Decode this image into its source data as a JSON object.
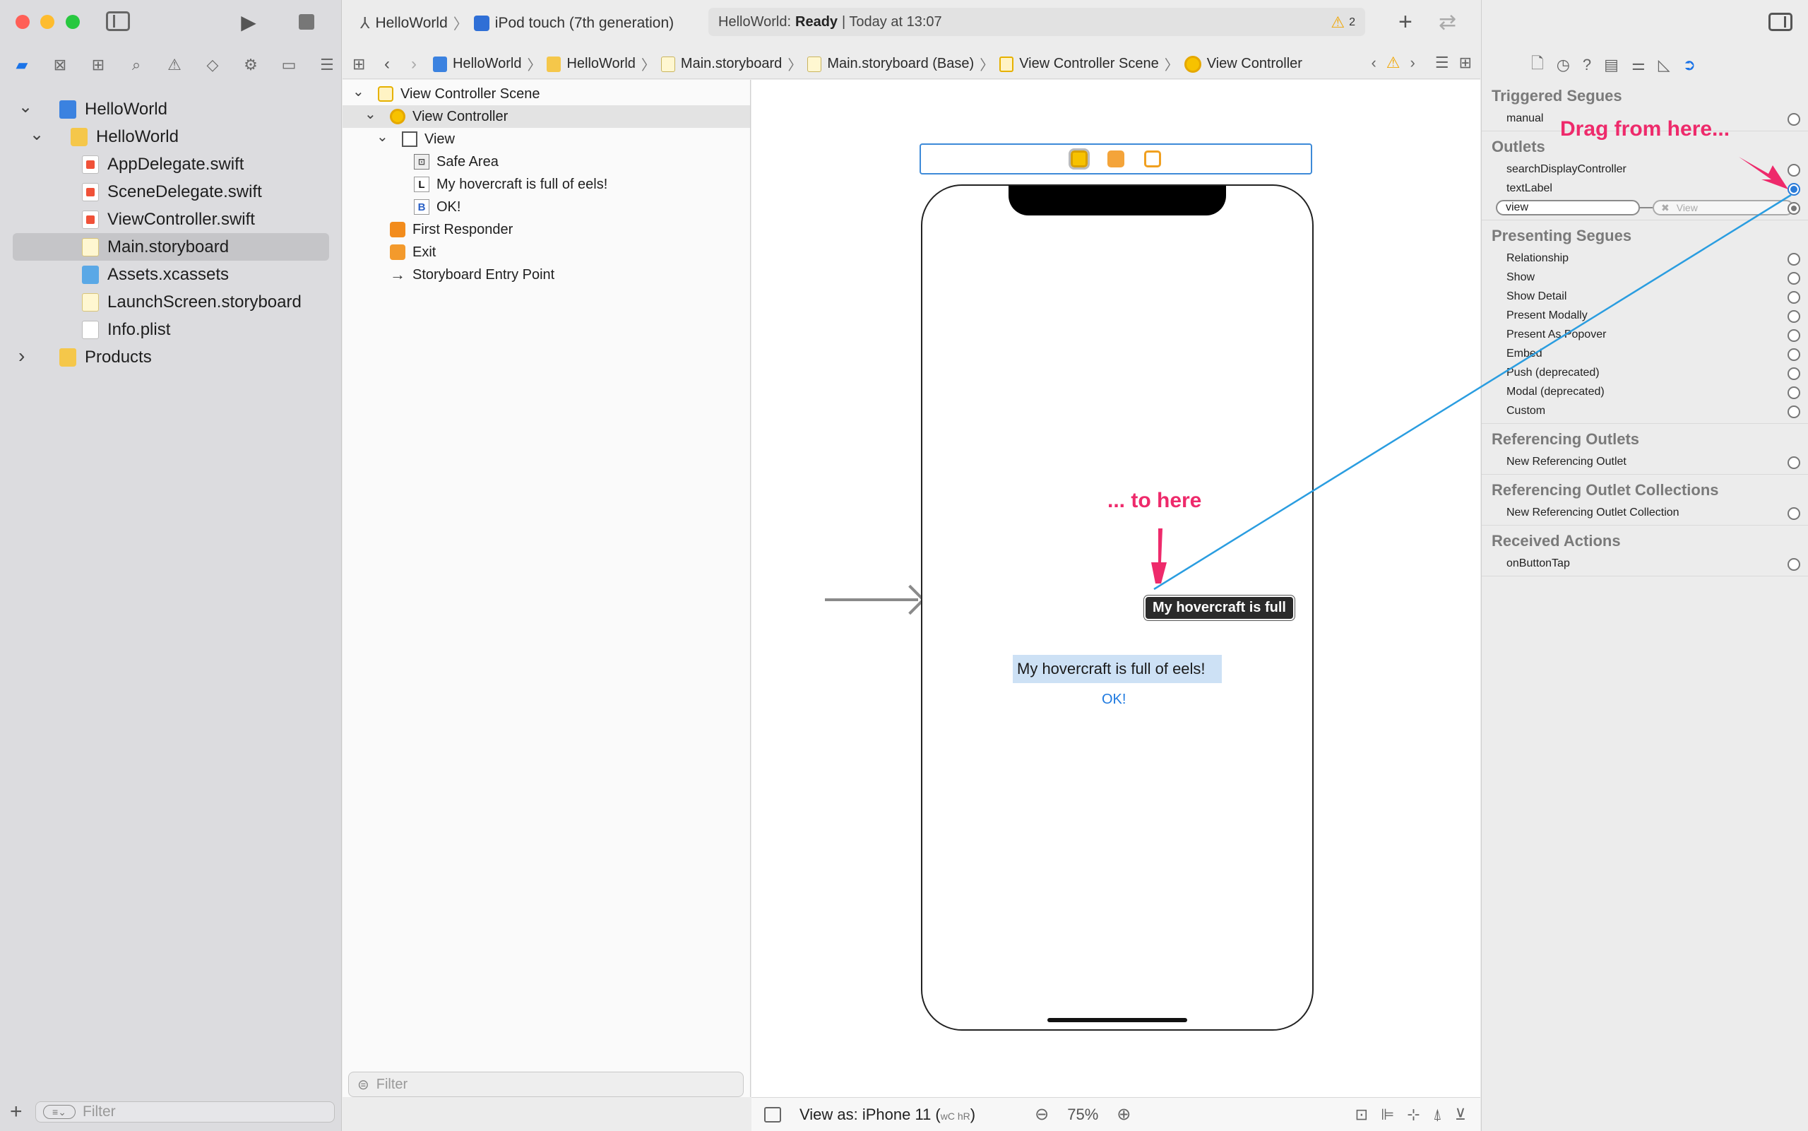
{
  "toolbar": {
    "scheme_project": "HelloWorld",
    "scheme_device": "iPod touch (7th generation)",
    "activity_prefix": "HelloWorld:",
    "activity_status": "Ready",
    "activity_time": "| Today at 13:07",
    "warning_count": "2"
  },
  "navigator": {
    "items": [
      {
        "label": "HelloWorld",
        "icon": "project-icon",
        "level": 0,
        "disclosure": "open"
      },
      {
        "label": "HelloWorld",
        "icon": "folder-icon",
        "level": 1,
        "disclosure": "open"
      },
      {
        "label": "AppDelegate.swift",
        "icon": "swift-file-icon",
        "level": 2
      },
      {
        "label": "SceneDelegate.swift",
        "icon": "swift-file-icon",
        "level": 2
      },
      {
        "label": "ViewController.swift",
        "icon": "swift-file-icon",
        "level": 2
      },
      {
        "label": "Main.storyboard",
        "icon": "storyboard-file-icon",
        "level": 2,
        "selected": true
      },
      {
        "label": "Assets.xcassets",
        "icon": "asset-catalog-icon",
        "level": 2
      },
      {
        "label": "LaunchScreen.storyboard",
        "icon": "storyboard-file-icon",
        "level": 2
      },
      {
        "label": "Info.plist",
        "icon": "plist-file-icon",
        "level": 2
      },
      {
        "label": "Products",
        "icon": "folder-icon",
        "level": 0,
        "disclosure": "closed"
      }
    ],
    "filter_placeholder": "Filter"
  },
  "jumpbar": {
    "crumbs": [
      "HelloWorld",
      "HelloWorld",
      "Main.storyboard",
      "Main.storyboard (Base)",
      "View Controller Scene",
      "View Controller"
    ]
  },
  "outline": {
    "items": [
      {
        "label": "View Controller Scene",
        "icon": "scene-icon",
        "level": 0,
        "disclosure": "open"
      },
      {
        "label": "View Controller",
        "icon": "view-controller-icon",
        "level": 1,
        "disclosure": "open",
        "selected": true
      },
      {
        "label": "View",
        "icon": "view-icon",
        "level": 2,
        "disclosure": "open"
      },
      {
        "label": "Safe Area",
        "icon": "safe-area-icon",
        "level": 3,
        "glyph": "⊡"
      },
      {
        "label": "My hovercraft is full of eels!",
        "icon": "label-icon",
        "level": 3,
        "glyph": "L"
      },
      {
        "label": "OK!",
        "icon": "button-icon",
        "level": 3,
        "glyph": "B"
      },
      {
        "label": "First Responder",
        "icon": "first-responder-icon",
        "level": 1
      },
      {
        "label": "Exit",
        "icon": "exit-icon",
        "level": 1
      },
      {
        "label": "Storyboard Entry Point",
        "icon": "entry-point-arrow-icon",
        "level": 1,
        "glyph": "→"
      }
    ],
    "filter_placeholder": "Filter"
  },
  "canvas": {
    "label_text": "My hovercraft is full of eels!",
    "button_text": "OK!",
    "drag_tooltip": "My hovercraft is full",
    "view_as": "View as: iPhone 11 (",
    "view_as_size": "wC hR",
    "view_as_close": ")",
    "zoom": "75%"
  },
  "inspector": {
    "sections": [
      {
        "title": "Triggered Segues",
        "rows": [
          {
            "label": "manual",
            "state": "empty"
          }
        ]
      },
      {
        "title": "Outlets",
        "rows": [
          {
            "label": "searchDisplayController",
            "state": "empty"
          },
          {
            "label": "textLabel",
            "state": "active"
          },
          {
            "label": "view",
            "state": "connected",
            "target": "View"
          }
        ]
      },
      {
        "title": "Presenting Segues",
        "rows": [
          {
            "label": "Relationship",
            "state": "empty"
          },
          {
            "label": "Show",
            "state": "empty"
          },
          {
            "label": "Show Detail",
            "state": "empty"
          },
          {
            "label": "Present Modally",
            "state": "empty"
          },
          {
            "label": "Present As Popover",
            "state": "empty"
          },
          {
            "label": "Embed",
            "state": "empty"
          },
          {
            "label": "Push (deprecated)",
            "state": "empty"
          },
          {
            "label": "Modal (deprecated)",
            "state": "empty"
          },
          {
            "label": "Custom",
            "state": "empty"
          }
        ]
      },
      {
        "title": "Referencing Outlets",
        "rows": [
          {
            "label": "New Referencing Outlet",
            "state": "empty"
          }
        ]
      },
      {
        "title": "Referencing Outlet Collections",
        "rows": [
          {
            "label": "New Referencing Outlet Collection",
            "state": "empty"
          }
        ]
      },
      {
        "title": "Received Actions",
        "rows": [
          {
            "label": "onButtonTap",
            "state": "empty"
          }
        ]
      }
    ]
  },
  "annotations": {
    "drag_from": "Drag from here...",
    "drag_to": "... to here"
  },
  "colors": {
    "annotation": "#ee2a6b",
    "connection_line": "#2a9de0",
    "accent": "#1a73e8"
  }
}
